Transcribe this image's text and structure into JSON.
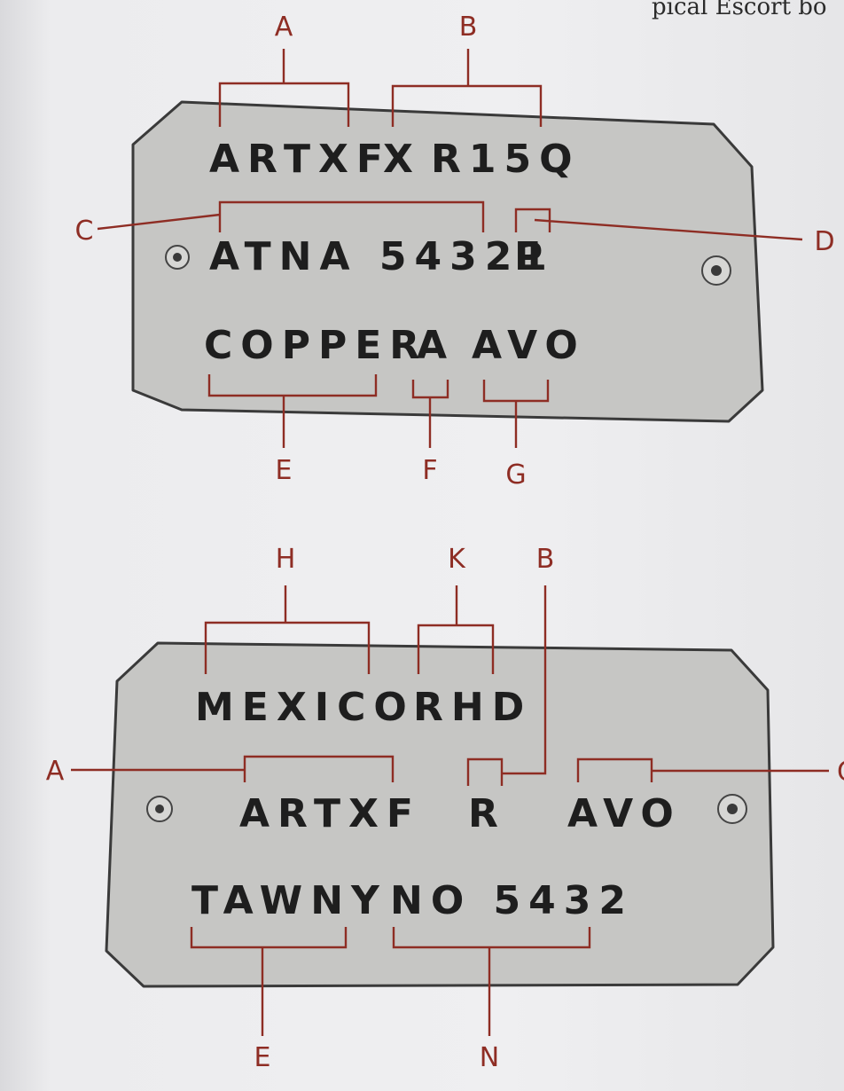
{
  "page": {
    "running_head": "pical Escort bo",
    "colors": {
      "plate_fill": "#c6c6c4",
      "plate_edge": "#3a3a3a",
      "callout": "#8e2d24",
      "stamped_text": "#1e1e1e"
    }
  },
  "plate_1": {
    "line_1": {
      "code_a": "ARTXF",
      "code_x": "X",
      "code_b": "R15Q"
    },
    "line_2": {
      "code_c": "ATNA 54321",
      "code_d": "P"
    },
    "line_3": {
      "code_e": "COPPER",
      "code_f": "A",
      "code_g": "AVO"
    },
    "callouts": {
      "a": "A",
      "b": "B",
      "c": "C",
      "d": "D",
      "e": "E",
      "f": "F",
      "g": "G"
    }
  },
  "plate_2": {
    "line_1": {
      "code_h": "MEXICO",
      "code_k": "RHD"
    },
    "line_2": {
      "code_a": "ARTXF",
      "code_b": "R",
      "code_g": "AVO"
    },
    "line_3": {
      "code_e": "TAWNY",
      "code_n": "NO 5432"
    },
    "callouts": {
      "h": "H",
      "k": "K",
      "b": "B",
      "a": "A",
      "g": "C",
      "e": "E",
      "n": "N"
    }
  }
}
